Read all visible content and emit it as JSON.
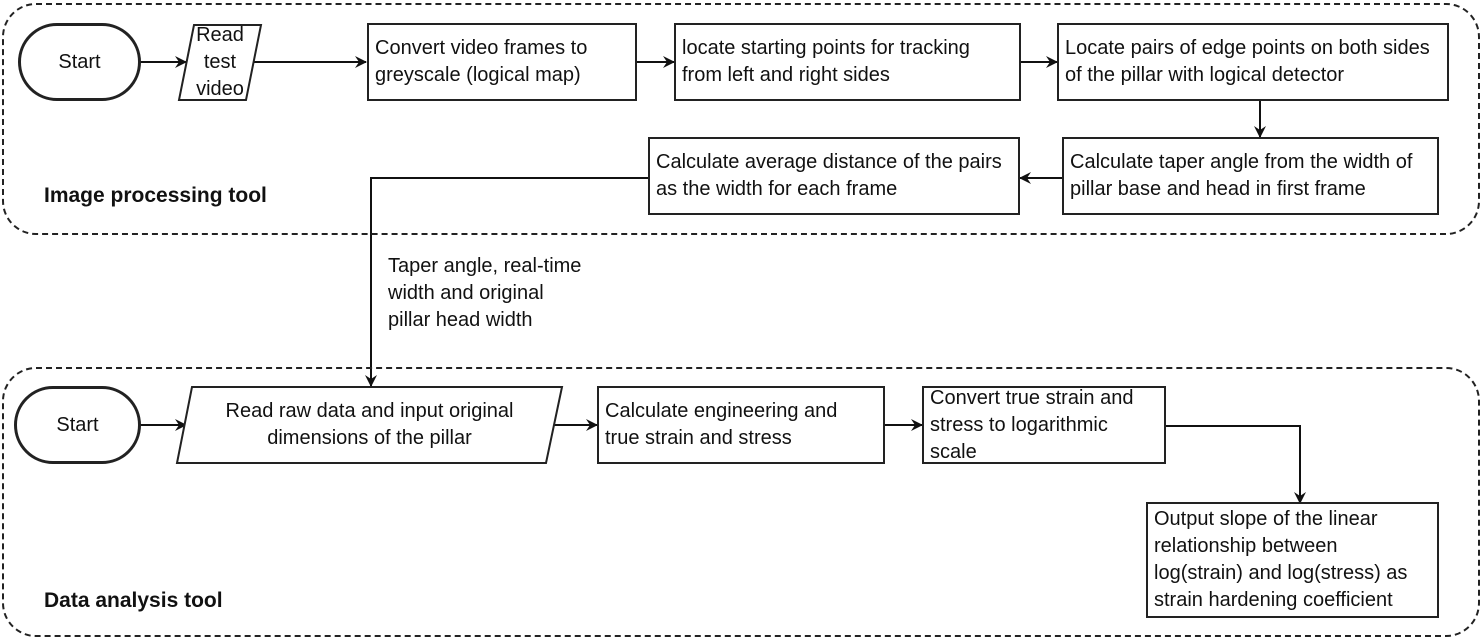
{
  "groups": {
    "image_processing": {
      "label": "Image processing tool"
    },
    "data_analysis": {
      "label": "Data analysis tool"
    }
  },
  "nodes": {
    "ip_start": "Start",
    "ip_read_video": "Read test video",
    "ip_convert": "Convert video frames to greyscale (logical map)",
    "ip_locate_start": "locate starting points for tracking from left and right sides",
    "ip_locate_pairs": "Locate pairs of edge points on both sides of the pillar with logical detector",
    "ip_taper": "Calculate taper angle from the width of pillar base and head in first frame",
    "ip_avg_distance": "Calculate average distance of the pairs as the width for each frame",
    "da_start": "Start",
    "da_read_raw": "Read raw data and input original dimensions of the pillar",
    "da_calc_eng": "Calculate engineering and true strain and stress",
    "da_convert_log": "Convert true strain and stress to logarithmic scale",
    "da_output": "Output slope of the linear relationship between log(strain) and log(stress) as strain hardening coefficient"
  },
  "edges": [
    {
      "from": "ip_start",
      "to": "ip_read_video"
    },
    {
      "from": "ip_read_video",
      "to": "ip_convert"
    },
    {
      "from": "ip_convert",
      "to": "ip_locate_start"
    },
    {
      "from": "ip_locate_start",
      "to": "ip_locate_pairs"
    },
    {
      "from": "ip_locate_pairs",
      "to": "ip_taper"
    },
    {
      "from": "ip_taper",
      "to": "ip_avg_distance"
    },
    {
      "from": "ip_avg_distance",
      "to": "da_read_raw",
      "label": "Taper angle, real-time width and original pillar head width"
    },
    {
      "from": "da_start",
      "to": "da_read_raw"
    },
    {
      "from": "da_read_raw",
      "to": "da_calc_eng"
    },
    {
      "from": "da_calc_eng",
      "to": "da_convert_log"
    },
    {
      "from": "da_convert_log",
      "to": "da_output"
    }
  ],
  "edge_labels": {
    "transfer": [
      "Taper angle, real-time",
      "width and original",
      "pillar head width"
    ]
  }
}
